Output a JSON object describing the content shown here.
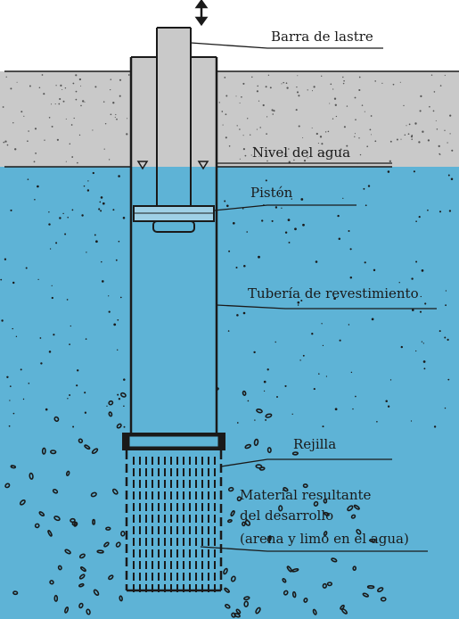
{
  "colors": {
    "soil": "#c9c9c9",
    "water": "#5eb3d6",
    "ink": "#1a1a1a",
    "background": "#ffffff"
  },
  "labels": {
    "barra_de_lastre": "Barra de lastre",
    "nivel_del_agua": "Nivel del agua",
    "piston": "Pistón",
    "tuberia": "Tubería de revestimiento",
    "rejilla": "Rejilla",
    "material_line1": "Material resultante",
    "material_line2": "del desarrollo",
    "material_line3": "(arena y limo en el agua)"
  }
}
